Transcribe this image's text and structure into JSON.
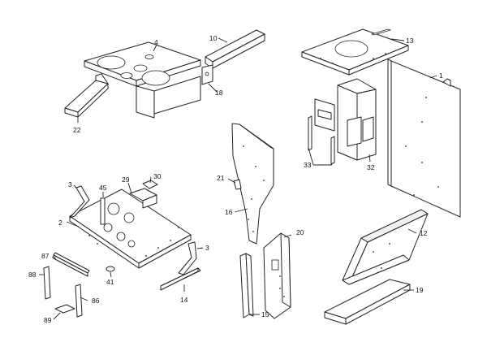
{
  "diagram": {
    "parts": [
      {
        "id": "p1",
        "number": "1"
      },
      {
        "id": "p2",
        "number": "2"
      },
      {
        "id": "p3a",
        "number": "3"
      },
      {
        "id": "p3b",
        "number": "3"
      },
      {
        "id": "p4",
        "number": "4"
      },
      {
        "id": "p10",
        "number": "10"
      },
      {
        "id": "p12",
        "number": "12"
      },
      {
        "id": "p13",
        "number": "13"
      },
      {
        "id": "p14",
        "number": "14"
      },
      {
        "id": "p15",
        "number": "15"
      },
      {
        "id": "p16",
        "number": "16"
      },
      {
        "id": "p18",
        "number": "18"
      },
      {
        "id": "p19",
        "number": "19"
      },
      {
        "id": "p20",
        "number": "20"
      },
      {
        "id": "p21",
        "number": "21"
      },
      {
        "id": "p22",
        "number": "22"
      },
      {
        "id": "p29",
        "number": "29"
      },
      {
        "id": "p30",
        "number": "30"
      },
      {
        "id": "p32",
        "number": "32"
      },
      {
        "id": "p33",
        "number": "33"
      },
      {
        "id": "p41",
        "number": "41"
      },
      {
        "id": "p45",
        "number": "45"
      },
      {
        "id": "p86",
        "number": "86"
      },
      {
        "id": "p87",
        "number": "87"
      },
      {
        "id": "p88",
        "number": "88"
      },
      {
        "id": "p89",
        "number": "89"
      }
    ]
  }
}
